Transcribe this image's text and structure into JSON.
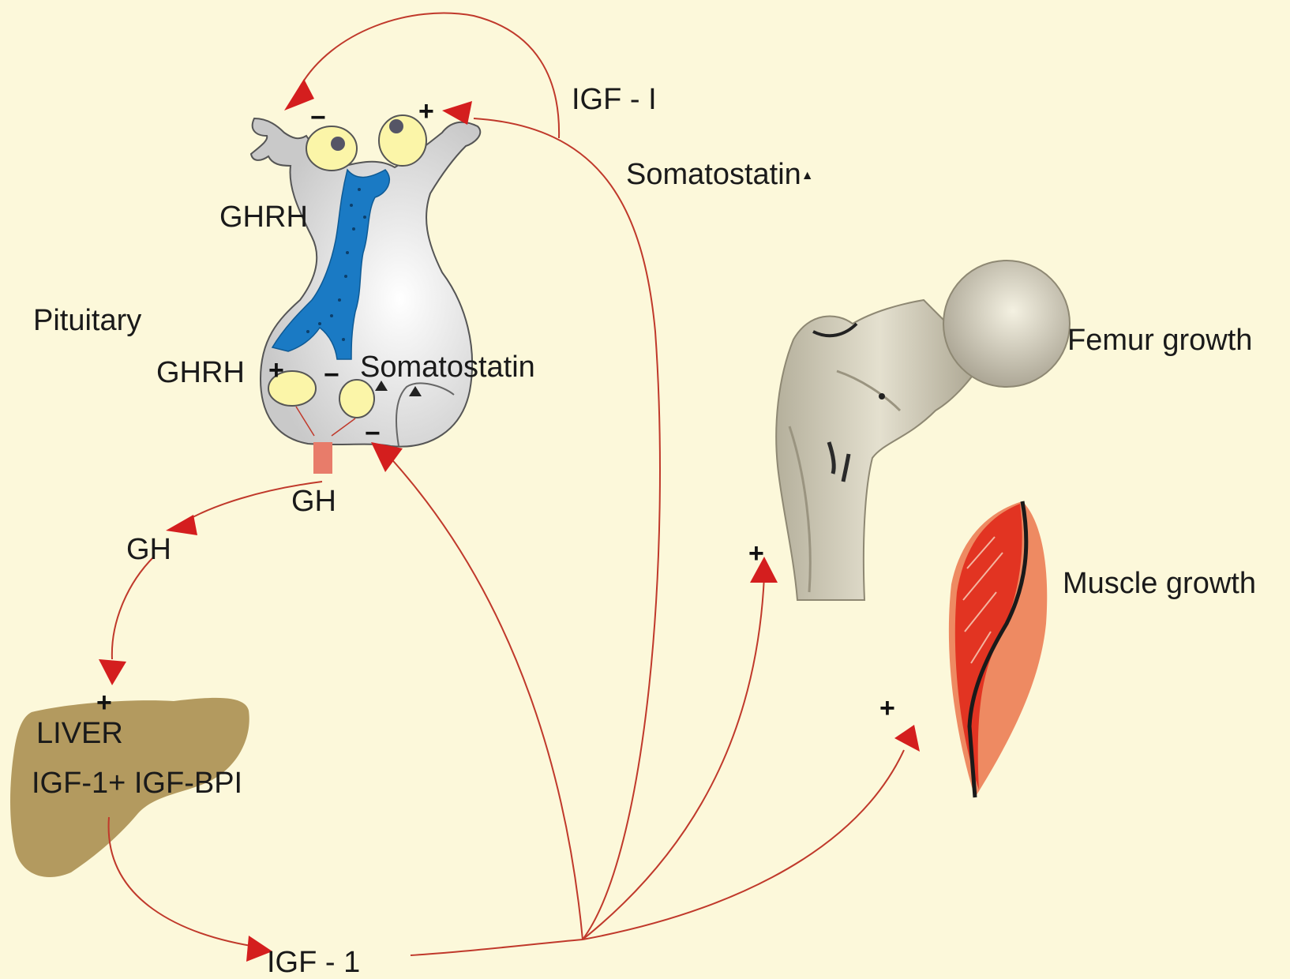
{
  "labels": {
    "igf_i_top": "IGF - I",
    "somatostatin_top": "Somatostatin",
    "ghrh_top": "GHRH",
    "pituitary": "Pituitary",
    "ghrh_left": "GHRH",
    "somatostatin_mid": "Somatostatin",
    "gh_stalk": "GH",
    "gh_left": "GH",
    "liver": "LIVER",
    "liver_product": "IGF-1+ IGF-BPI",
    "igf_1_bottom": "IGF - 1",
    "femur": "Femur growth",
    "muscle": "Muscle growth"
  },
  "signs": {
    "minus": "−",
    "plus": "+",
    "triangle": "▲"
  },
  "colors": {
    "background": "#fcf8da",
    "arrow": "#c0392b",
    "arrowhead": "#d41e1e",
    "pituitary_fill": "#d9d9d9",
    "portal_vessel": "#1a7ac4",
    "neuron_cell": "#fbf5a8",
    "liver_fill": "#b39a5f",
    "bone_fill": "#d2cdb8",
    "muscle_red": "#e23422",
    "muscle_pink": "#ee8a62"
  }
}
